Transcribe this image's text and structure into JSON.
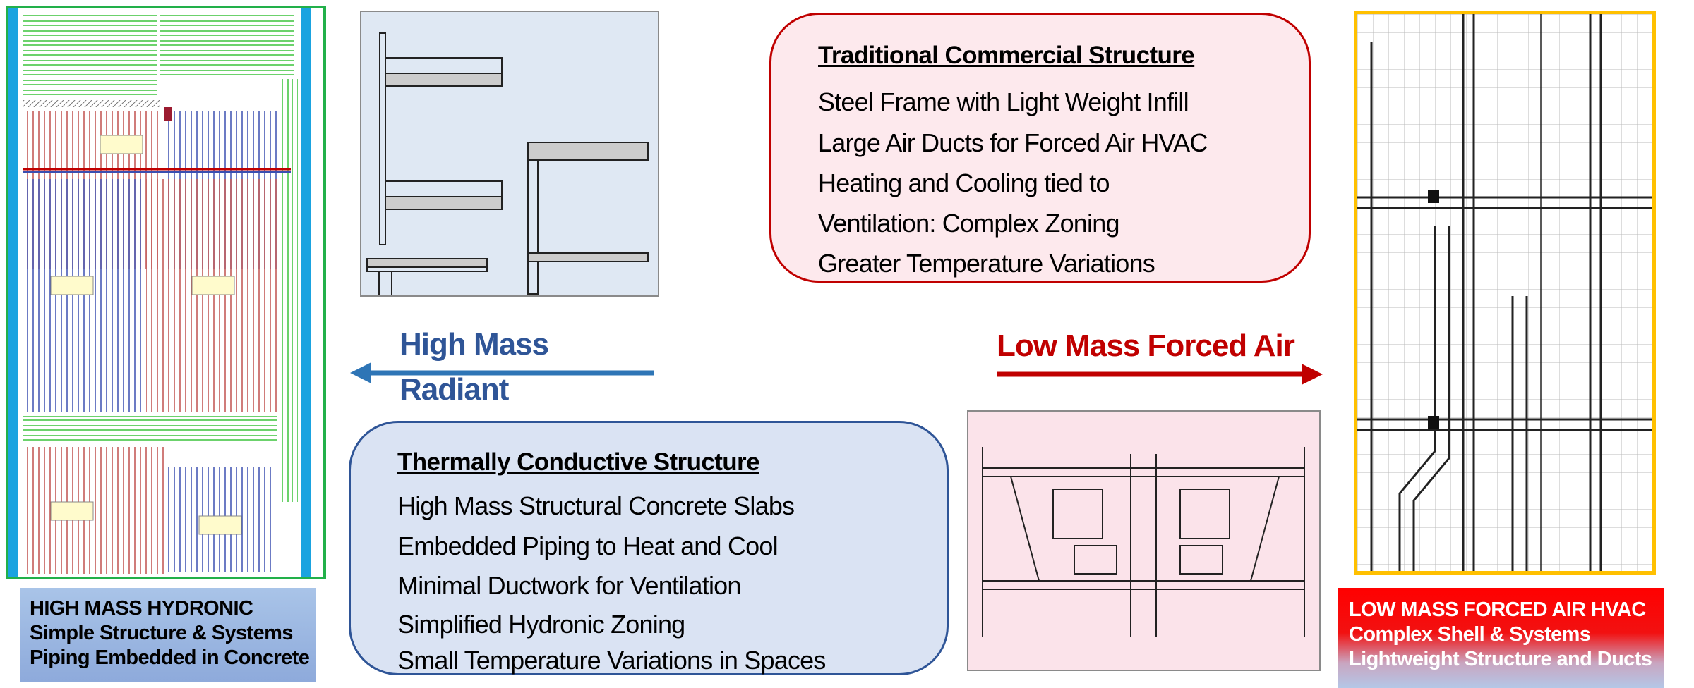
{
  "left_panel": {
    "image": "hydronic-radiant-floor-plan",
    "caption": {
      "title": "HIGH MASS HYDRONIC",
      "lines": [
        "Simple Structure & Systems",
        "Piping Embedded in Concrete"
      ]
    }
  },
  "right_panel": {
    "image": "forced-air-ductwork-plan",
    "caption": {
      "title": "LOW MASS FORCED AIR HVAC",
      "lines": [
        "Complex Shell & Systems",
        "Lightweight Structure and Ducts"
      ]
    }
  },
  "top_section_image": "concrete-slab-section-drawing",
  "bottom_section_image": "steel-frame-section-drawing",
  "traditional_box": {
    "title": "Traditional Commercial Structure",
    "lines": [
      "Steel Frame with Light Weight Infill",
      "Large Air Ducts for Forced Air HVAC",
      "Heating and Cooling tied to",
      "Ventilation:  Complex Zoning",
      "Greater Temperature Variations"
    ]
  },
  "thermal_box": {
    "title": "Thermally Conductive Structure",
    "lines": [
      "High Mass Structural Concrete Slabs",
      "Embedded Piping to Heat and Cool",
      "Minimal Ductwork for Ventilation",
      "Simplified Hydronic Zoning",
      "Small Temperature Variations in Spaces"
    ]
  },
  "arrows": {
    "left": {
      "line1": "High Mass",
      "line2": "Radiant",
      "direction": "left"
    },
    "right": {
      "label": "Low Mass Forced Air",
      "direction": "right"
    }
  },
  "colors": {
    "blue_text": "#2f5597",
    "blue_arrow": "#2e75b6",
    "red": "#c00000",
    "plan_border": "#22b04a",
    "duct_border": "#ffc000"
  }
}
